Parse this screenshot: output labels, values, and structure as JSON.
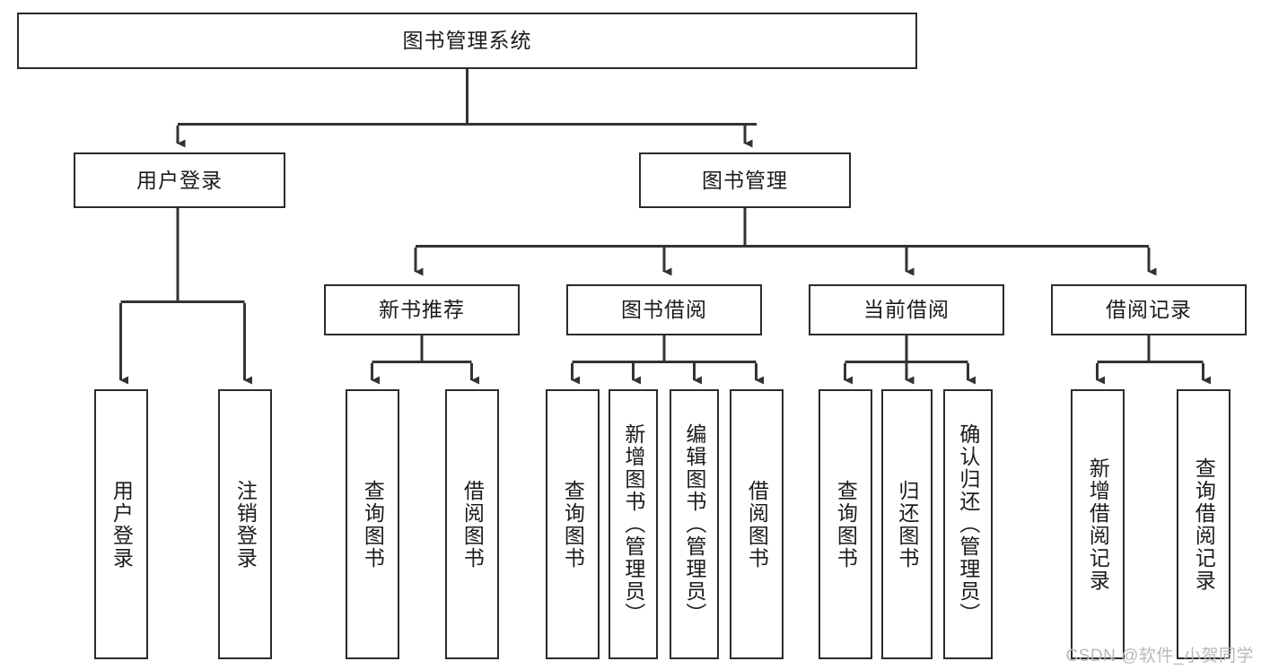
{
  "diagram": {
    "type": "tree-hierarchy",
    "title": "图书管理系统",
    "background_color": "#ffffff",
    "line_color": "#2b2b2b",
    "box_border_color": "#2b2b2b",
    "box_fill_color": "#ffffff",
    "text_color": "#1b1b1b"
  },
  "nodes": {
    "root": {
      "label": "图书管理系统",
      "level": 1
    },
    "user_login": {
      "label": "用户登录",
      "level": 2
    },
    "book_manage": {
      "label": "图书管理",
      "level": 2
    },
    "new_book_rec": {
      "label": "新书推荐",
      "level": 3
    },
    "book_borrow": {
      "label": "图书借阅",
      "level": 3
    },
    "current_borrow": {
      "label": "当前借阅",
      "level": 3
    },
    "borrow_record": {
      "label": "借阅记录",
      "level": 3
    },
    "leaf_user_login": {
      "label": "用户登录",
      "level": 4
    },
    "leaf_logout": {
      "label": "注销登录",
      "level": 4
    },
    "leaf_query_book_1": {
      "label": "查询图书",
      "level": 4
    },
    "leaf_borrow_book_1": {
      "label": "借阅图书",
      "level": 4
    },
    "leaf_query_book_2": {
      "label": "查询图书",
      "level": 4
    },
    "leaf_add_book": {
      "label": "新增图书（管理员）",
      "level": 4
    },
    "leaf_edit_book": {
      "label": "编辑图书（管理员）",
      "level": 4
    },
    "leaf_borrow_book_2": {
      "label": "借阅图书",
      "level": 4
    },
    "leaf_query_book_3": {
      "label": "查询图书",
      "level": 4
    },
    "leaf_return_book": {
      "label": "归还图书",
      "level": 4
    },
    "leaf_confirm_return": {
      "label": "确认归还（管理员）",
      "level": 4
    },
    "leaf_add_record": {
      "label": "新增借阅记录",
      "level": 4
    },
    "leaf_query_record": {
      "label": "查询借阅记录",
      "level": 4
    }
  },
  "watermark": {
    "text": "CSDN @软件_小贺同学"
  }
}
